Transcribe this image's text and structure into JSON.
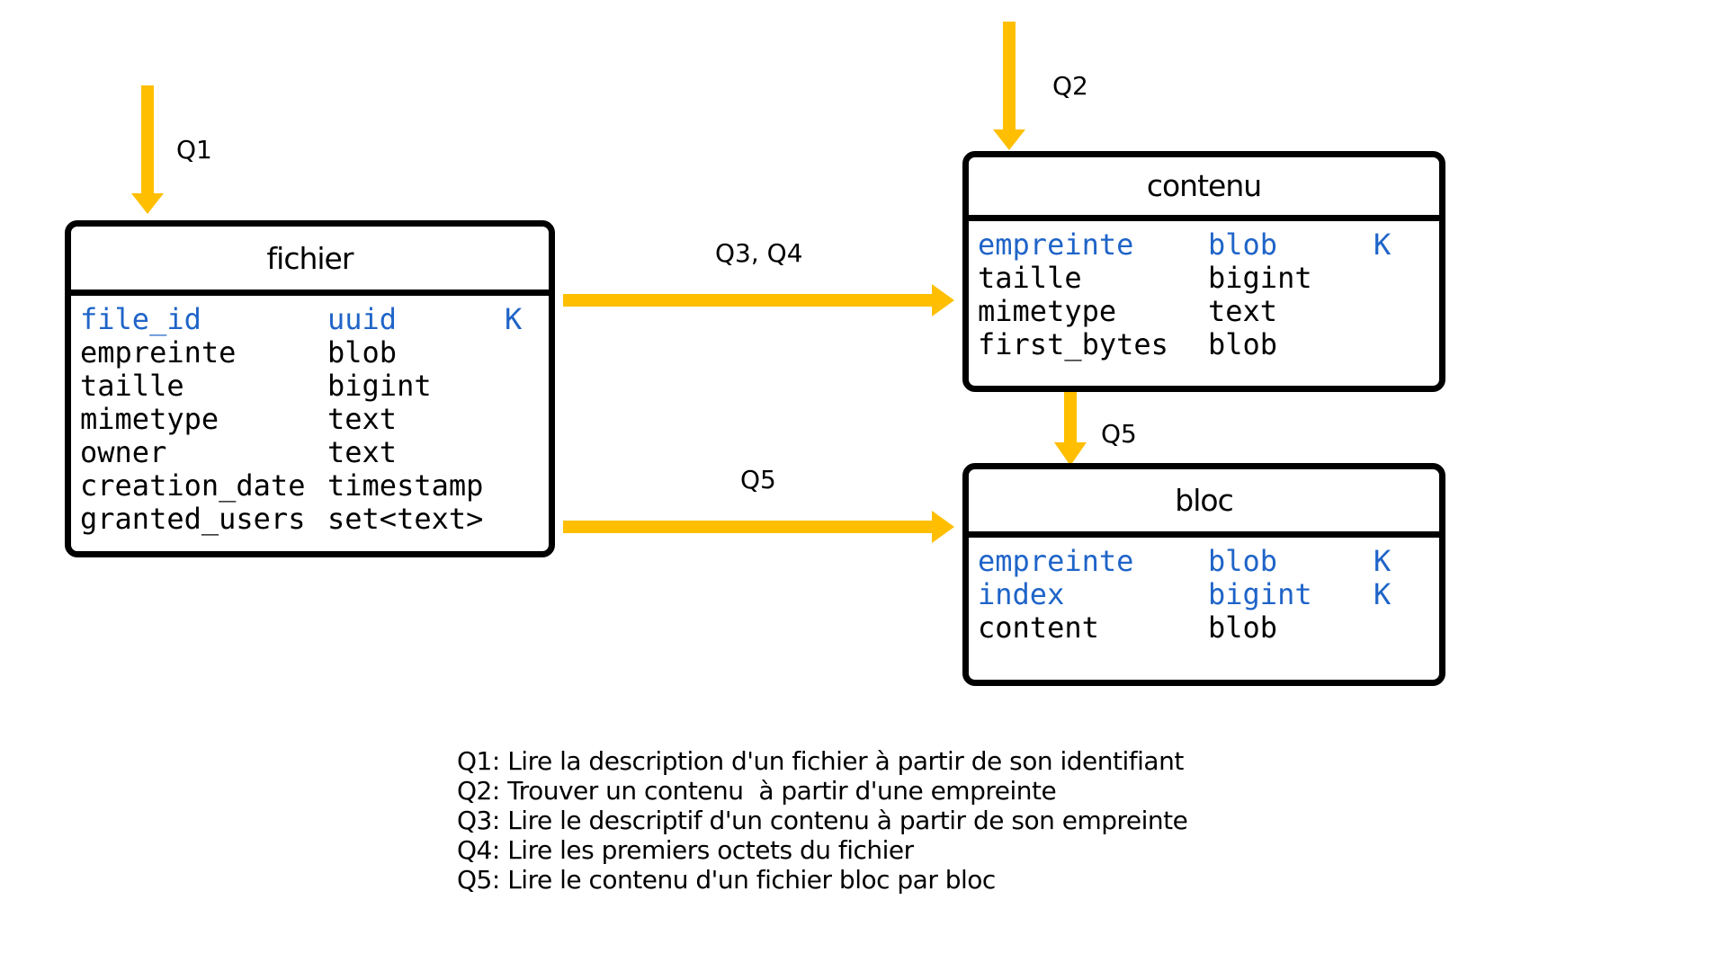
{
  "colors": {
    "arrow": "#ffbf00",
    "key": "#1f64c8",
    "border": "#000000"
  },
  "tables": {
    "fichier": {
      "title": "fichier",
      "rows": [
        {
          "name": "file_id",
          "type": "uuid",
          "key": "K"
        },
        {
          "name": "empreinte",
          "type": "blob",
          "key": ""
        },
        {
          "name": "taille",
          "type": "bigint",
          "key": ""
        },
        {
          "name": "mimetype",
          "type": "text",
          "key": ""
        },
        {
          "name": "owner",
          "type": "text",
          "key": ""
        },
        {
          "name": "creation_date",
          "type": "timestamp",
          "key": ""
        },
        {
          "name": "granted_users",
          "type": "set<text>",
          "key": ""
        }
      ]
    },
    "contenu": {
      "title": "contenu",
      "rows": [
        {
          "name": "empreinte",
          "type": "blob",
          "key": "K"
        },
        {
          "name": "taille",
          "type": "bigint",
          "key": ""
        },
        {
          "name": "mimetype",
          "type": "text",
          "key": ""
        },
        {
          "name": "first_bytes",
          "type": "blob",
          "key": ""
        }
      ]
    },
    "bloc": {
      "title": "bloc",
      "rows": [
        {
          "name": "empreinte",
          "type": "blob",
          "key": "K"
        },
        {
          "name": "index",
          "type": "bigint",
          "key": "K"
        },
        {
          "name": "content",
          "type": "blob",
          "key": ""
        }
      ]
    }
  },
  "arrow_labels": {
    "q1": "Q1",
    "q2": "Q2",
    "q3q4": "Q3, Q4",
    "q5_left": "Q5",
    "q5_down": "Q5"
  },
  "legend": [
    "Q1: Lire la description d'un fichier à partir de son identifiant",
    "Q2: Trouver un contenu  à partir d'une empreinte",
    "Q3: Lire le descriptif d'un contenu à partir de son empreinte",
    "Q4: Lire les premiers octets du fichier",
    "Q5: Lire le contenu d'un fichier bloc par bloc"
  ]
}
